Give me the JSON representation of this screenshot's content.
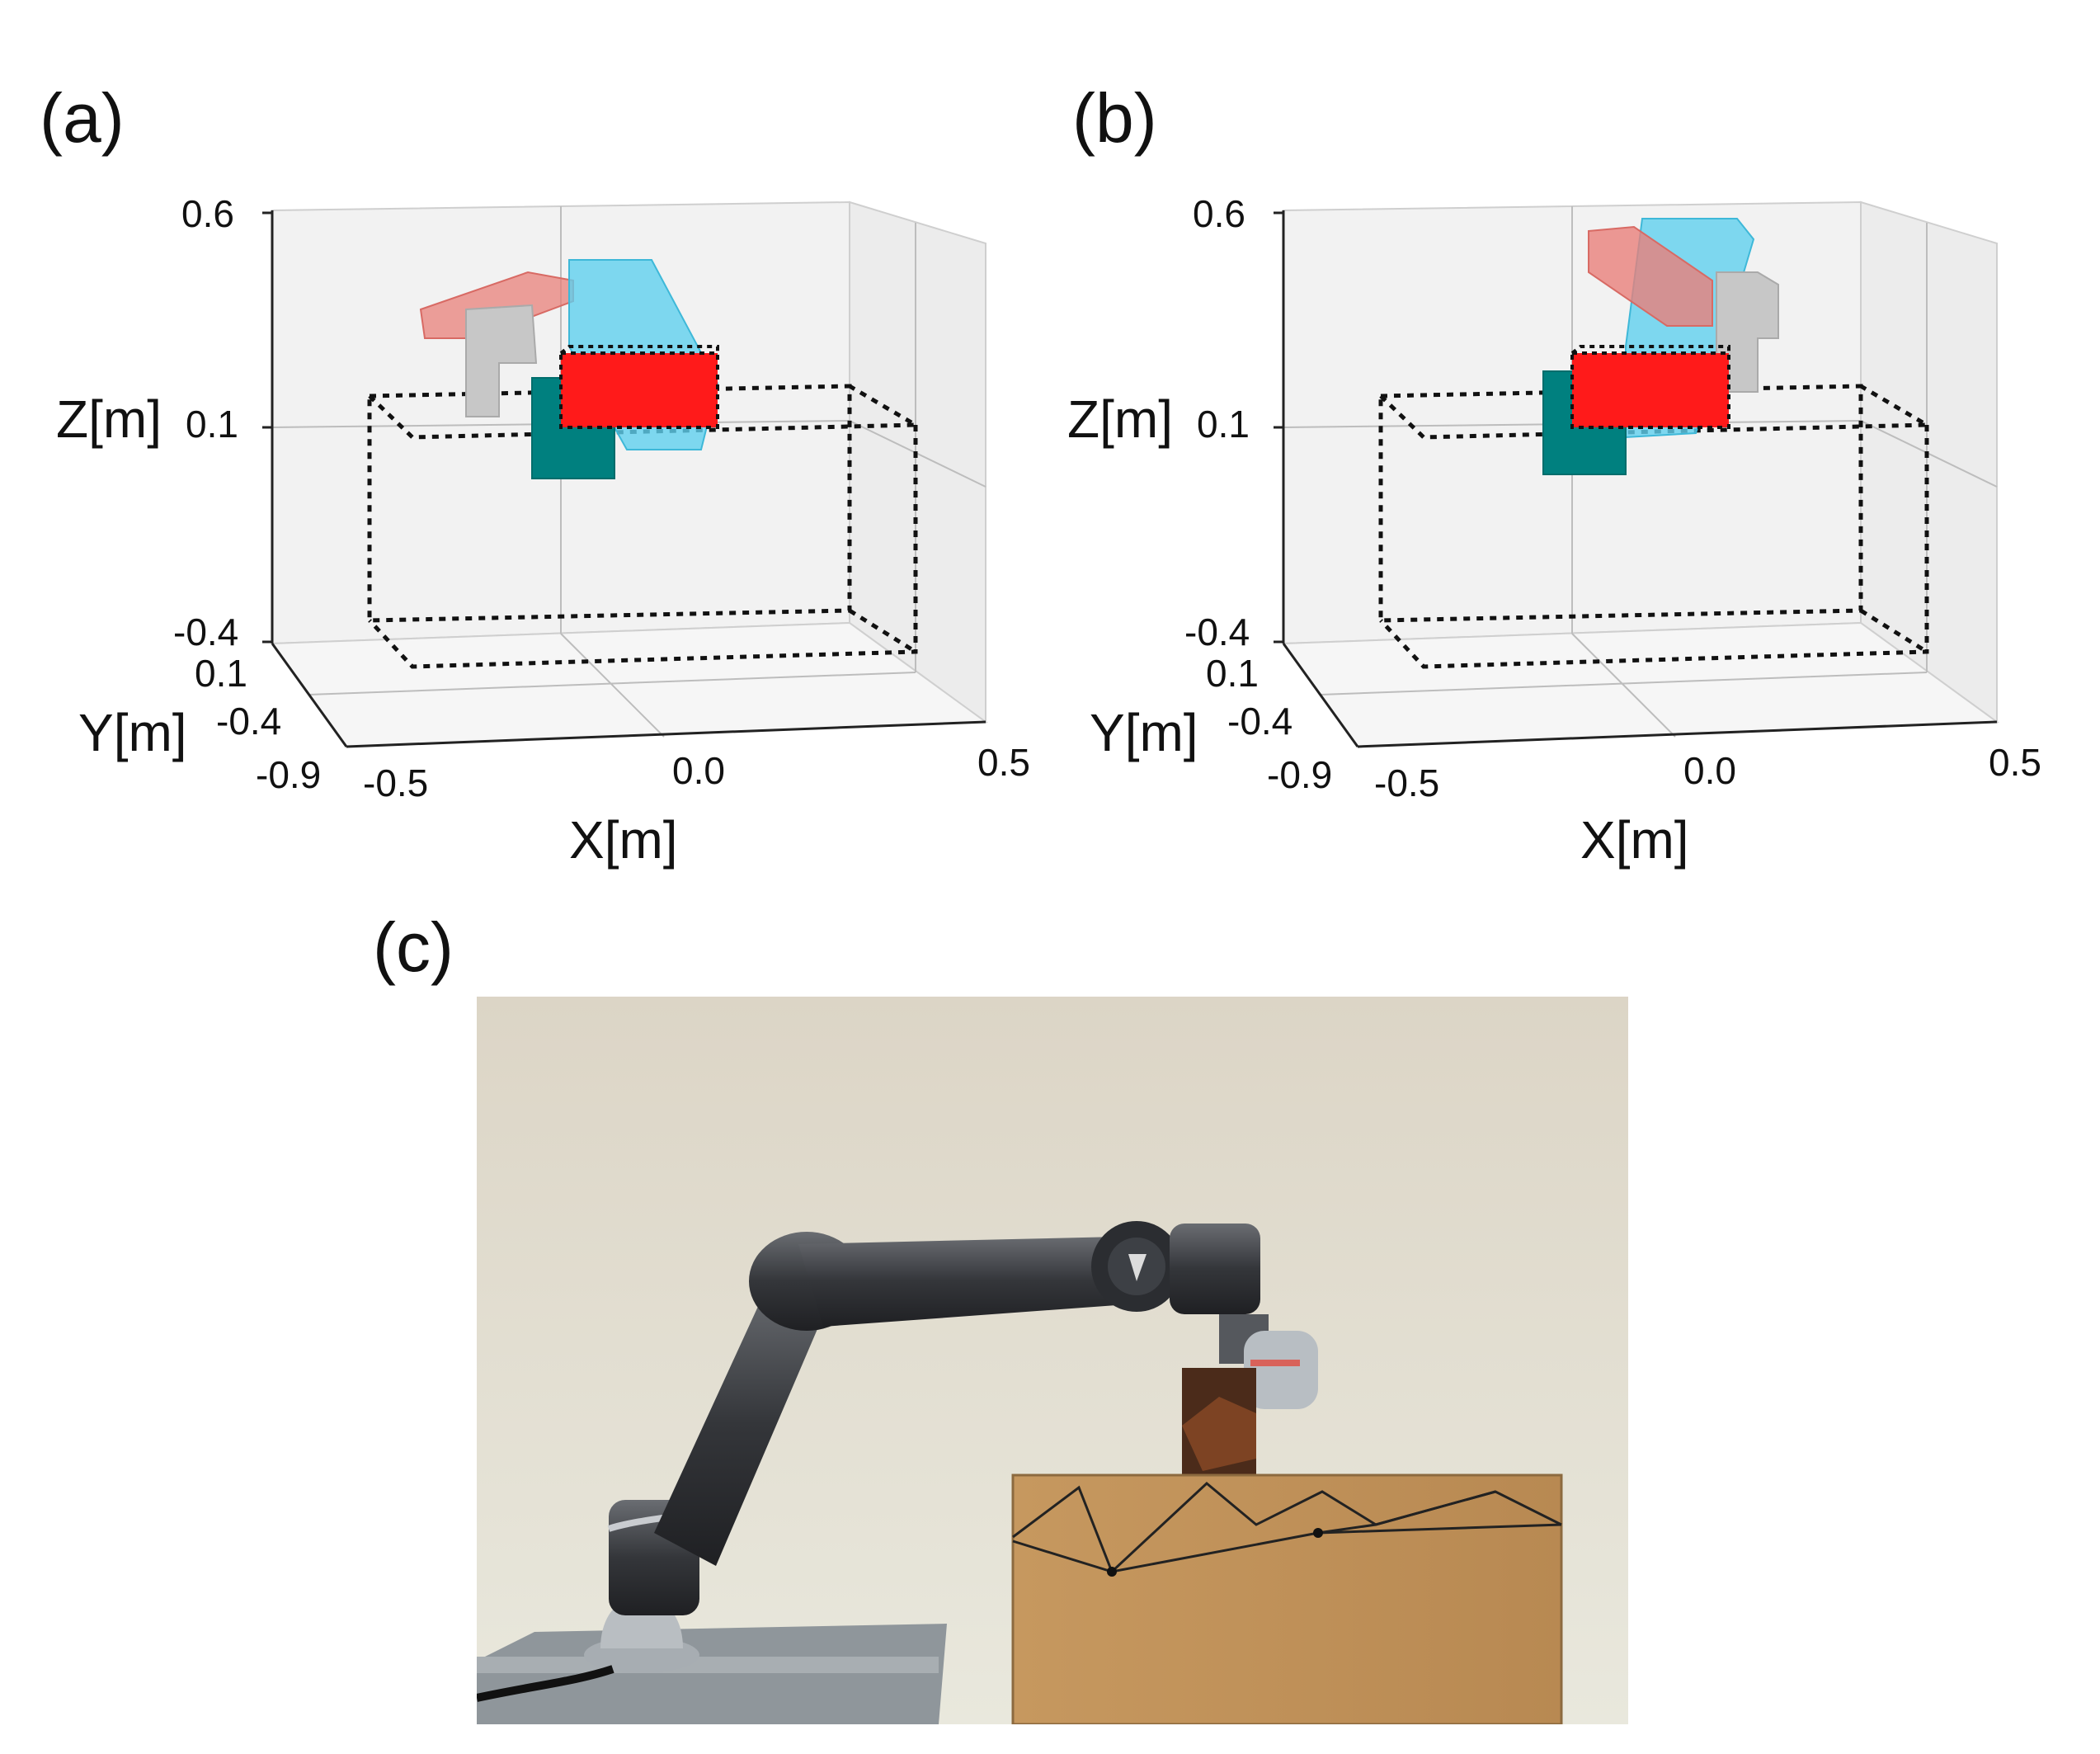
{
  "panels": [
    {
      "id": "a",
      "label": "(a)",
      "axes": {
        "z_label": "Z[m]",
        "y_label": "Y[m]",
        "x_label": "X[m]",
        "z_ticks": [
          "0.6",
          "0.1",
          "-0.4"
        ],
        "y_ticks": [
          "0.1",
          "-0.4",
          "-0.9"
        ],
        "x_ticks": [
          "-0.5",
          "0.0",
          "0.5"
        ]
      },
      "links": [
        {
          "name": "pink-link",
          "color": "#e8807a"
        },
        {
          "name": "gray-link",
          "color": "#c7c7c7"
        },
        {
          "name": "cyan-link",
          "color": "#5fd0ee"
        },
        {
          "name": "teal-link",
          "color": "#00807f"
        },
        {
          "name": "red-obstacle",
          "color": "#ff1a1a"
        }
      ]
    },
    {
      "id": "b",
      "label": "(b)",
      "axes": {
        "z_label": "Z[m]",
        "y_label": "Y[m]",
        "x_label": "X[m]",
        "z_ticks": [
          "0.6",
          "0.1",
          "-0.4"
        ],
        "y_ticks": [
          "0.1",
          "-0.4",
          "-0.9"
        ],
        "x_ticks": [
          "-0.5",
          "0.0",
          "0.5"
        ]
      }
    }
  ],
  "photo": {
    "label": "(c)",
    "colors": {
      "wall": "#e6e2d6",
      "box": "#c89a63",
      "robot": "#3a3c40",
      "table": "#9aa0a4"
    }
  }
}
